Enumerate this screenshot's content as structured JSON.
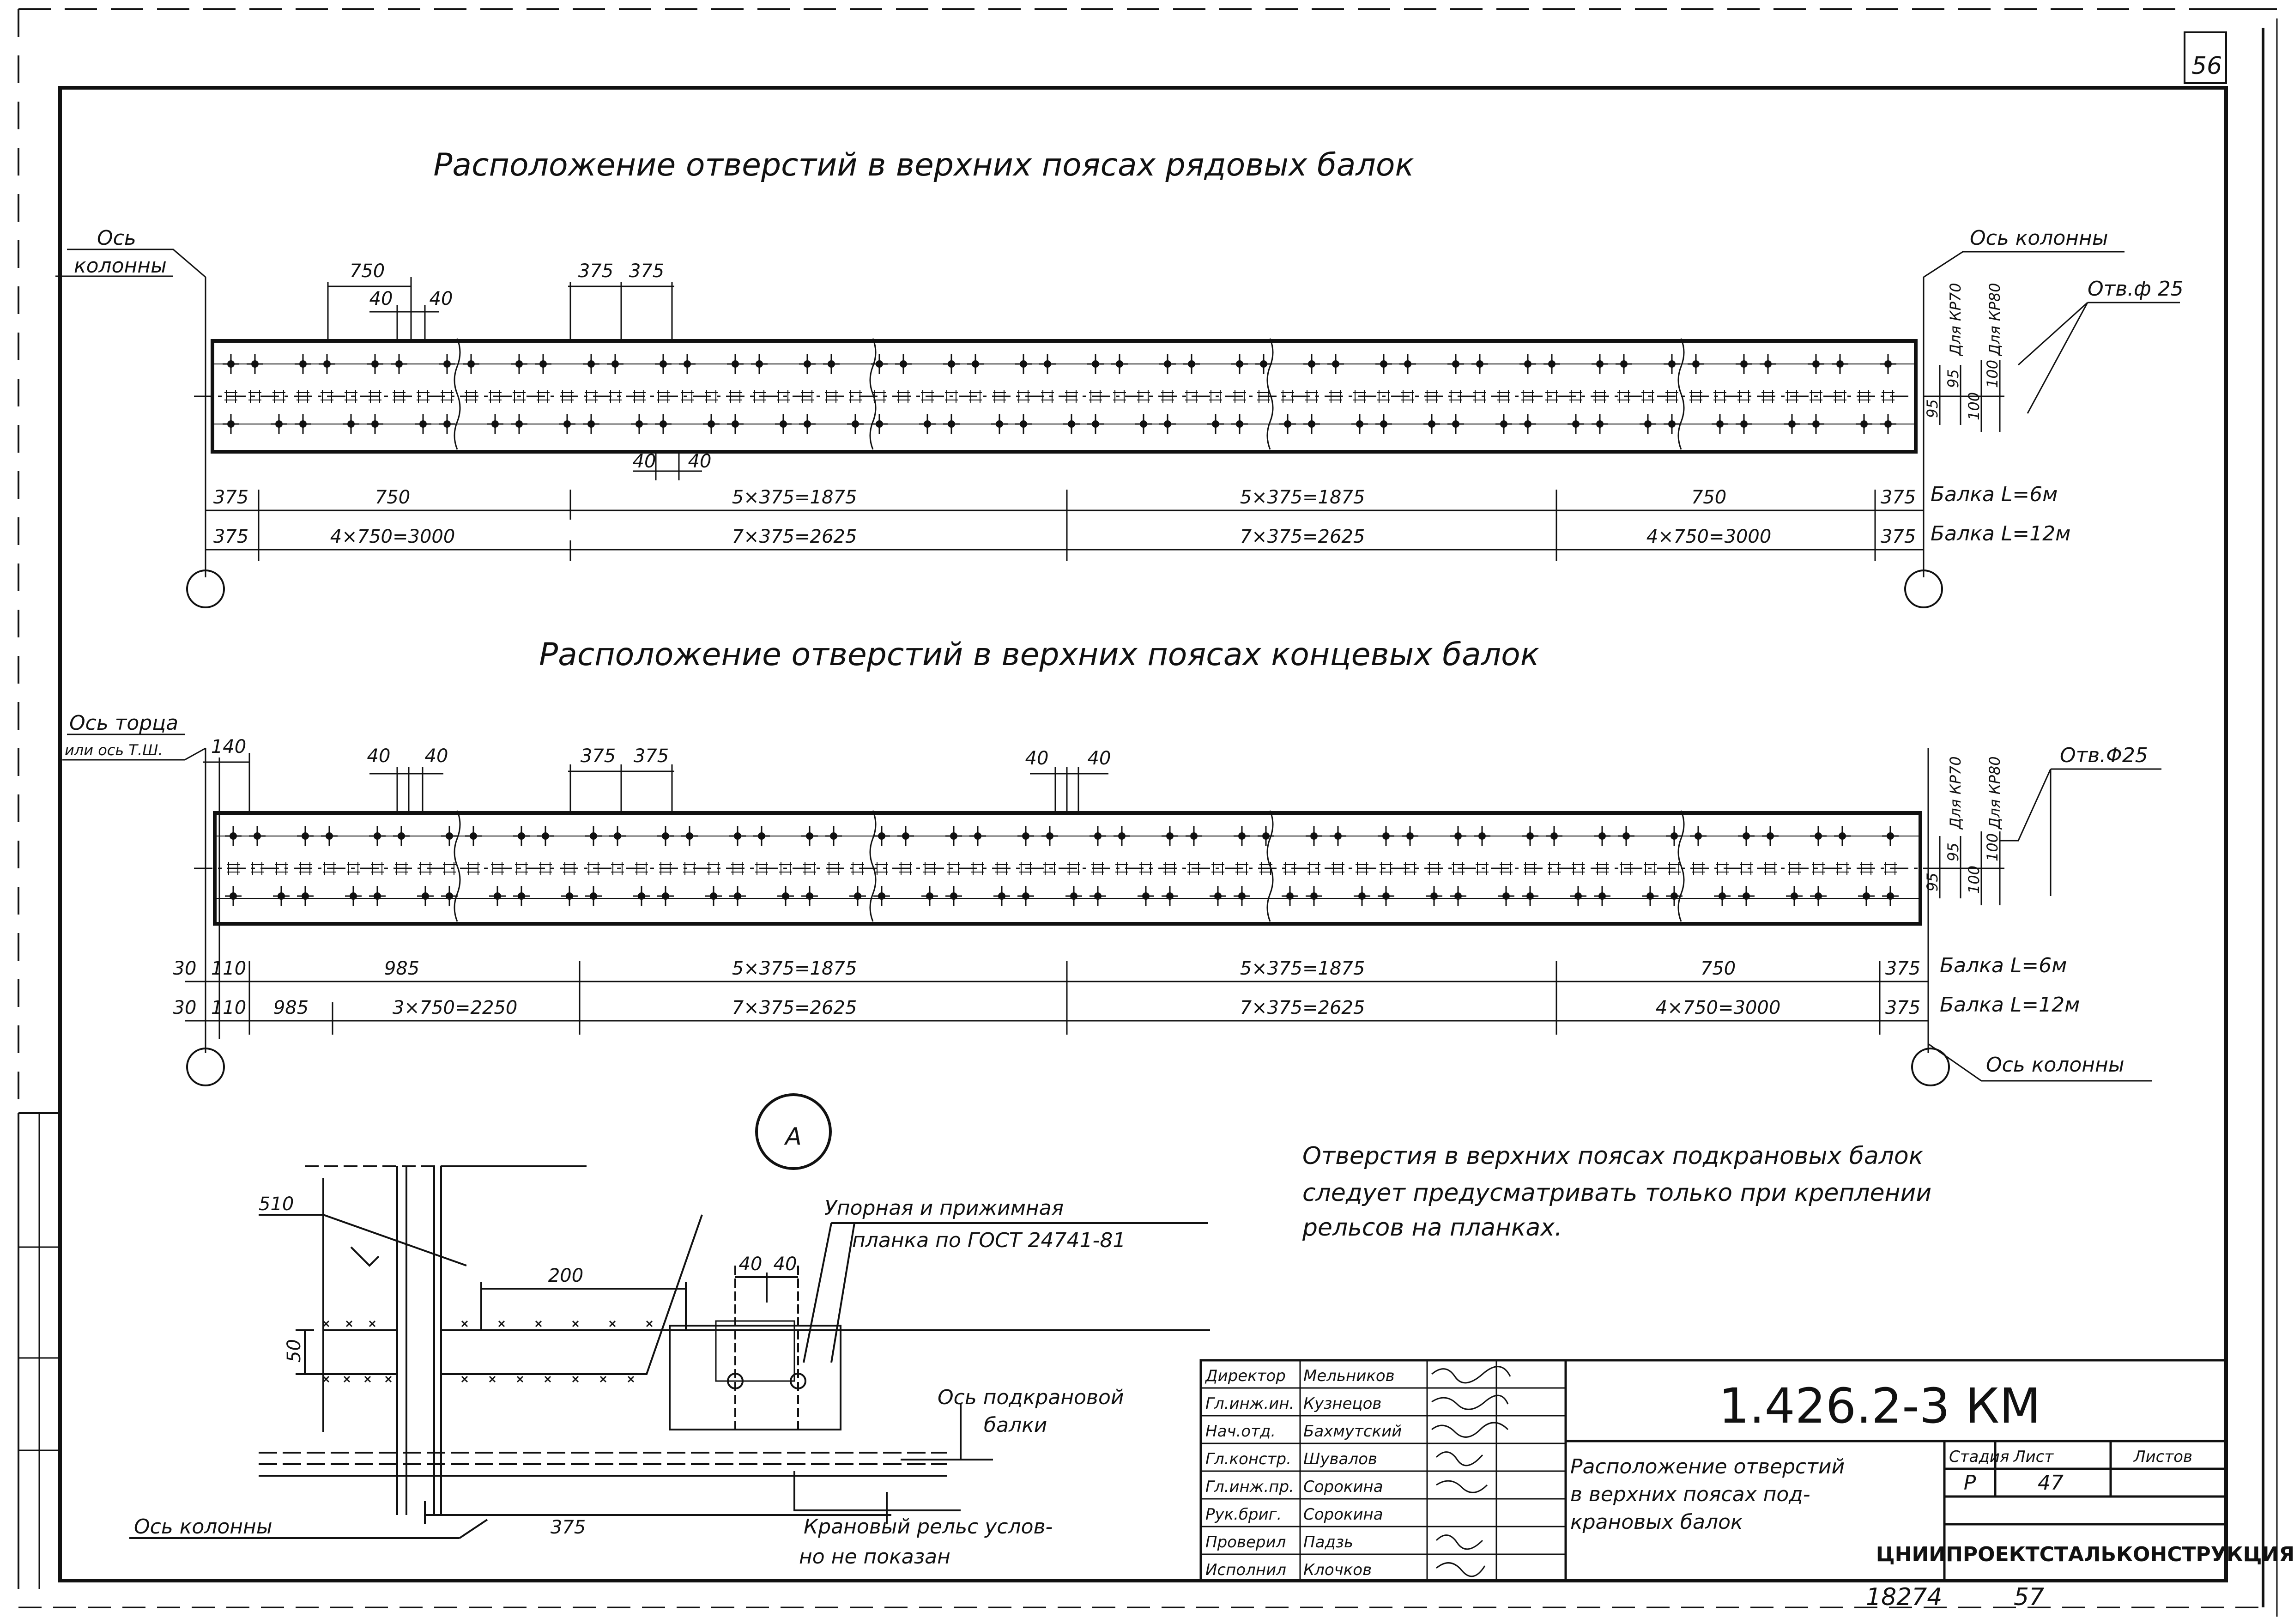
{
  "sheet_corner_mark": "56",
  "section1": {
    "title": "Расположение отверстий в верхних поясах рядовых балок",
    "left_axis": [
      "Ось",
      "колонны"
    ],
    "right_axis": "Ось колонны",
    "hole_label": "Отв.ф 25",
    "top_dims": [
      "750",
      "40",
      "40",
      "375",
      "375"
    ],
    "bottom_dims": [
      "40",
      "40"
    ],
    "side_dims": [
      "95",
      "95",
      "100",
      "100"
    ],
    "for_kr70": "Для КР70",
    "for_kr80": "Для КР80",
    "row6": [
      "375",
      "750",
      "5×375=1875",
      "5×375=1875",
      "750",
      "375"
    ],
    "row12": [
      "375",
      "4×750=3000",
      "7×375=2625",
      "7×375=2625",
      "4×750=3000",
      "375"
    ],
    "beam6": "Балка L=6м",
    "beam12": "Балка L=12м"
  },
  "section2": {
    "title": "Расположение отверстий в верхних поясах концевых балок",
    "left_axis": [
      "Ось торца",
      "или ось Т.Ш."
    ],
    "right_axis": "Ось колонны",
    "hole_label": "Отв.Φ25",
    "top_dims": [
      "140",
      "40",
      "40",
      "375",
      "375",
      "40",
      "40"
    ],
    "side_dims": [
      "95",
      "95",
      "100",
      "100"
    ],
    "for_kr70": "Для КР70",
    "for_kr80": "Для КР80",
    "row6": [
      "30",
      "110",
      "985",
      "5×375=1875",
      "5×375=1875",
      "750",
      "375"
    ],
    "row12": [
      "30",
      "110",
      "985",
      "3×750=2250",
      "7×375=2625",
      "7×375=2625",
      "4×750=3000",
      "375"
    ],
    "beam6": "Балка L=6м",
    "beam12": "Балка L=12м"
  },
  "detail": {
    "marker": "А",
    "dim_510": "510",
    "dim_200": "200",
    "dim_50": "50",
    "dim_40a": "40",
    "dim_40b": "40",
    "dim_375": "375",
    "plank_label": [
      "Упорная и прижимная",
      "планка по ГОСТ 24741-81"
    ],
    "crane_axis": [
      "Ось подкрановой",
      "балки"
    ],
    "column_axis": "Ось колонны",
    "rail_note": [
      "Крановый рельс услов-",
      "но не показан"
    ]
  },
  "note": [
    "Отверстия в верхних поясах подкрановых балок",
    "следует предусматривать только при креплении",
    "рельсов на планках."
  ],
  "title_block": {
    "rows": [
      {
        "role": "Директор",
        "name": "Мельников"
      },
      {
        "role": "Гл.инж.ин.",
        "name": "Кузнецов"
      },
      {
        "role": "Нач.отд.",
        "name": "Бахмутский"
      },
      {
        "role": "Гл.констр.",
        "name": "Шувалов"
      },
      {
        "role": "Гл.инж.пр.",
        "name": "Сорокина"
      },
      {
        "role": "Рук.бриг.",
        "name": "Сорокина"
      },
      {
        "role": "Проверил",
        "name": "Падзь"
      },
      {
        "role": "Исполнил",
        "name": "Клочков"
      }
    ],
    "doc_code": "1.426.2-3 КМ",
    "description": [
      "Расположение отверстий",
      "в верхних поясах под-",
      "крановых балок"
    ],
    "stage_label": "Стадия",
    "sheet_label": "Лист",
    "sheets_label": "Листов",
    "stage": "Р",
    "sheet": "47",
    "organization": "ЦНИИПРОЕКТСТАЛЬКОНСТРУКЦИЯ"
  },
  "footer": {
    "inventory": "18274",
    "number": "57"
  }
}
